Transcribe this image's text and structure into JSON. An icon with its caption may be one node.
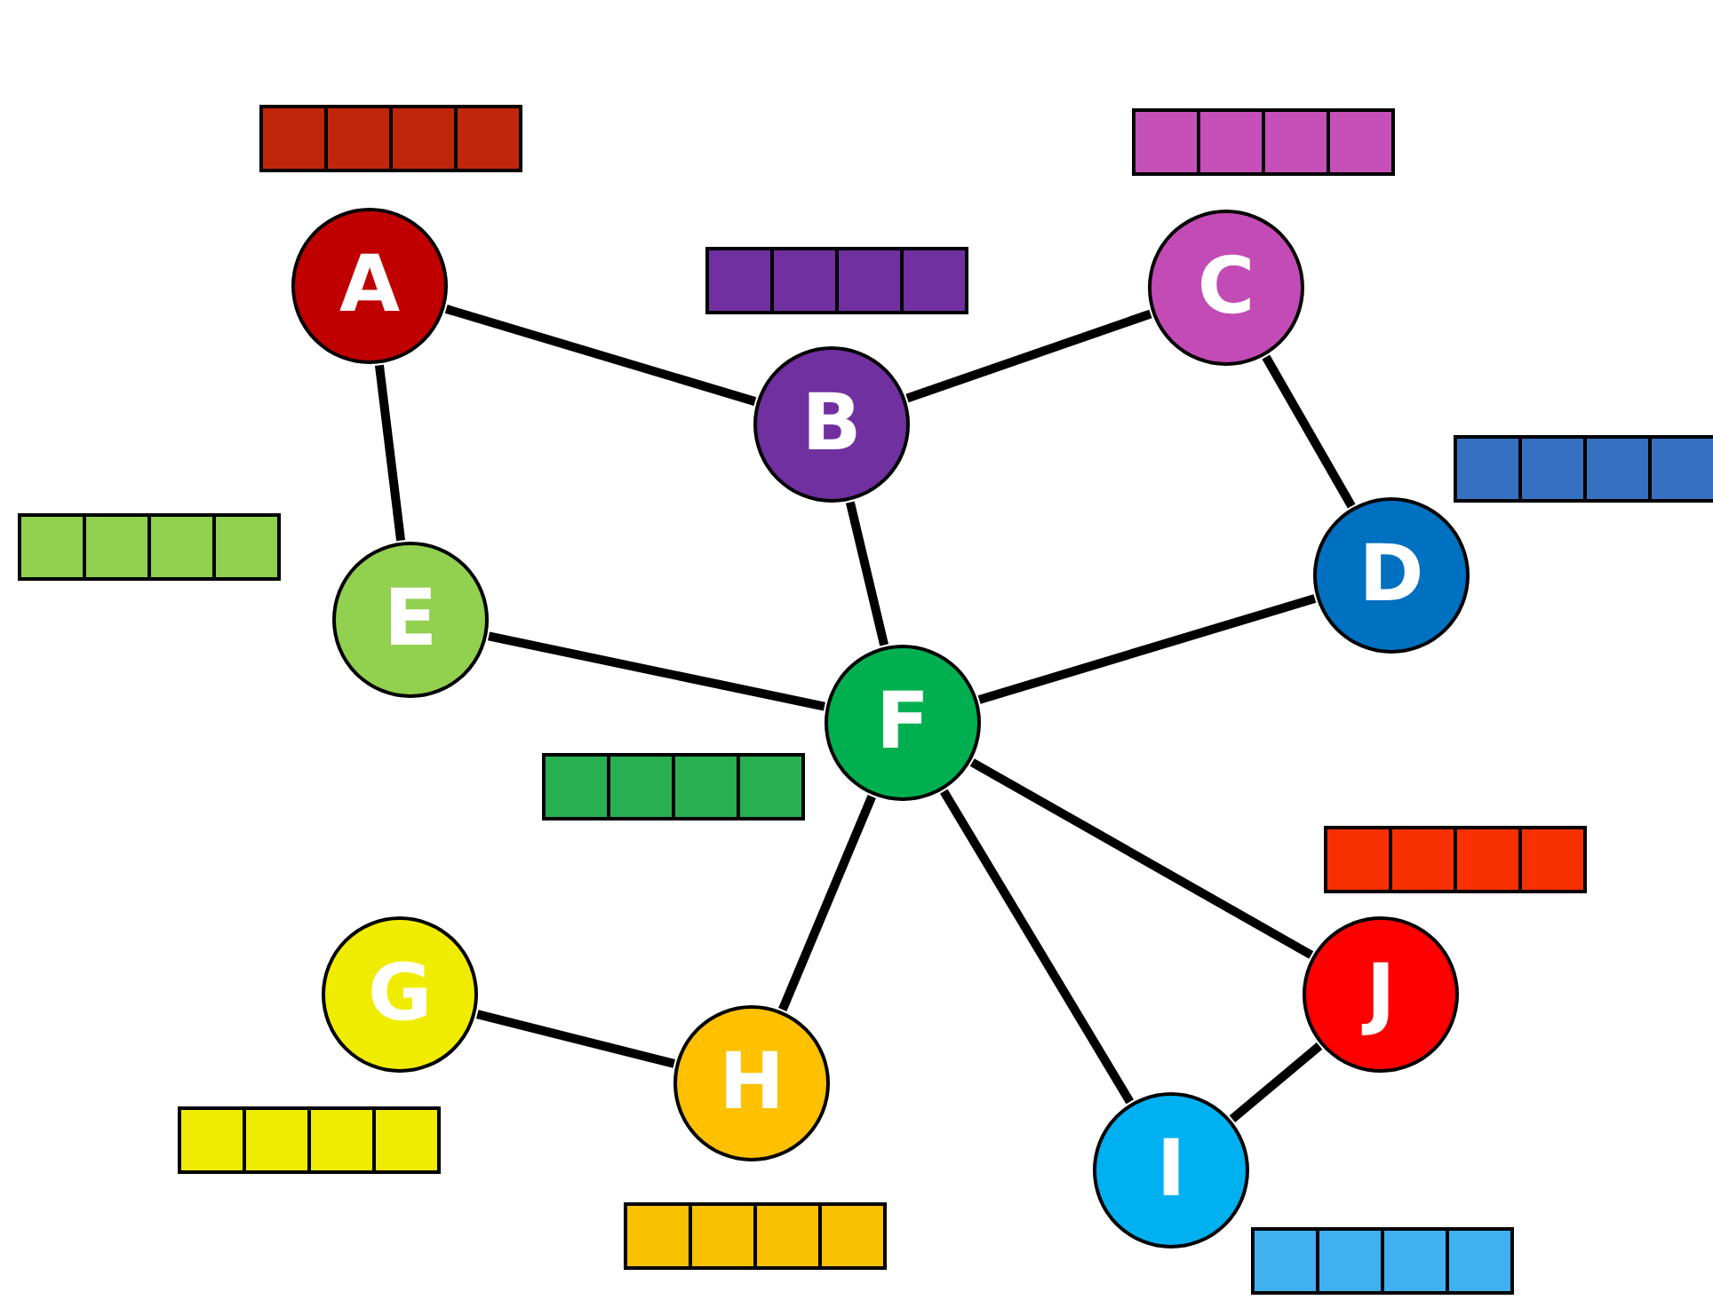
{
  "diagram": {
    "nodes": [
      {
        "text": [
          "A"
        ]
      },
      {
        "text": [
          "B"
        ]
      },
      {
        "text": [
          "C"
        ]
      },
      {
        "text": [
          "D"
        ]
      },
      {
        "text": [
          "E"
        ]
      },
      {
        "text": [
          "F"
        ]
      },
      {
        "text": [
          "G"
        ]
      },
      {
        "text": [
          "H"
        ]
      },
      {
        "text": [
          "I"
        ]
      },
      {
        "text": [
          "J"
        ]
      }
    ],
    "edges": [
      {
        "from": 0,
        "to": 1,
        "arrow": "none"
      },
      {
        "from": 0,
        "to": 4,
        "arrow": "none"
      },
      {
        "from": 1,
        "to": 2,
        "arrow": "none"
      },
      {
        "from": 1,
        "to": 5,
        "arrow": "none"
      },
      {
        "from": 2,
        "to": 3,
        "arrow": "none"
      },
      {
        "from": 3,
        "to": 5,
        "arrow": "none"
      },
      {
        "from": 4,
        "to": 5,
        "arrow": "none"
      },
      {
        "from": 5,
        "to": 7,
        "arrow": "none"
      },
      {
        "from": 5,
        "to": 8,
        "arrow": "none"
      },
      {
        "from": 5,
        "to": 9,
        "arrow": "none"
      },
      {
        "from": 6,
        "to": 7,
        "arrow": "none"
      },
      {
        "from": 8,
        "to": 9,
        "arrow": "none"
      }
    ]
  }
}
